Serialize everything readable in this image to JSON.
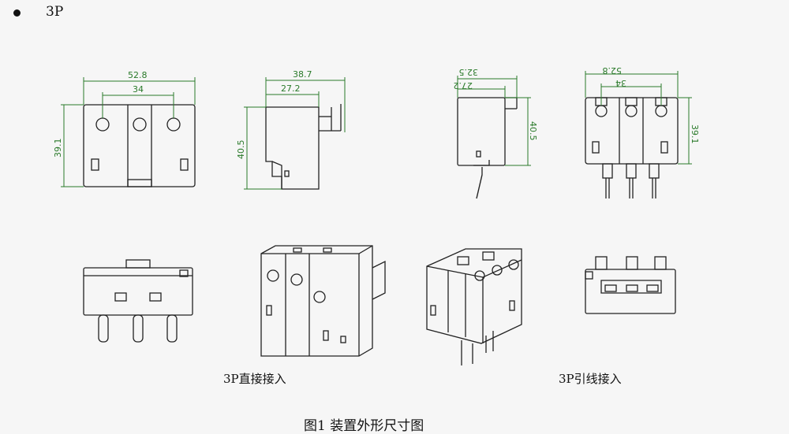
{
  "heading": "3P",
  "views": {
    "front": {
      "width": "52.8",
      "hole_spacing": "34",
      "height": "39.1"
    },
    "side": {
      "depth_total": "38.7",
      "depth_body": "27.2",
      "height": "40.5"
    },
    "side_lead": {
      "depth_total": "32.5",
      "depth_body": "27.2",
      "height": "40.5"
    },
    "front_lead": {
      "width": "52.8",
      "hole_spacing": "34",
      "height": "39.1"
    }
  },
  "captions": {
    "direct": "3P直接接入",
    "lead": "3P引线接入",
    "figure_title": "图1  装置外形尺寸图"
  },
  "colors": {
    "dimension": "#2a7a2a",
    "outline": "#222222"
  }
}
